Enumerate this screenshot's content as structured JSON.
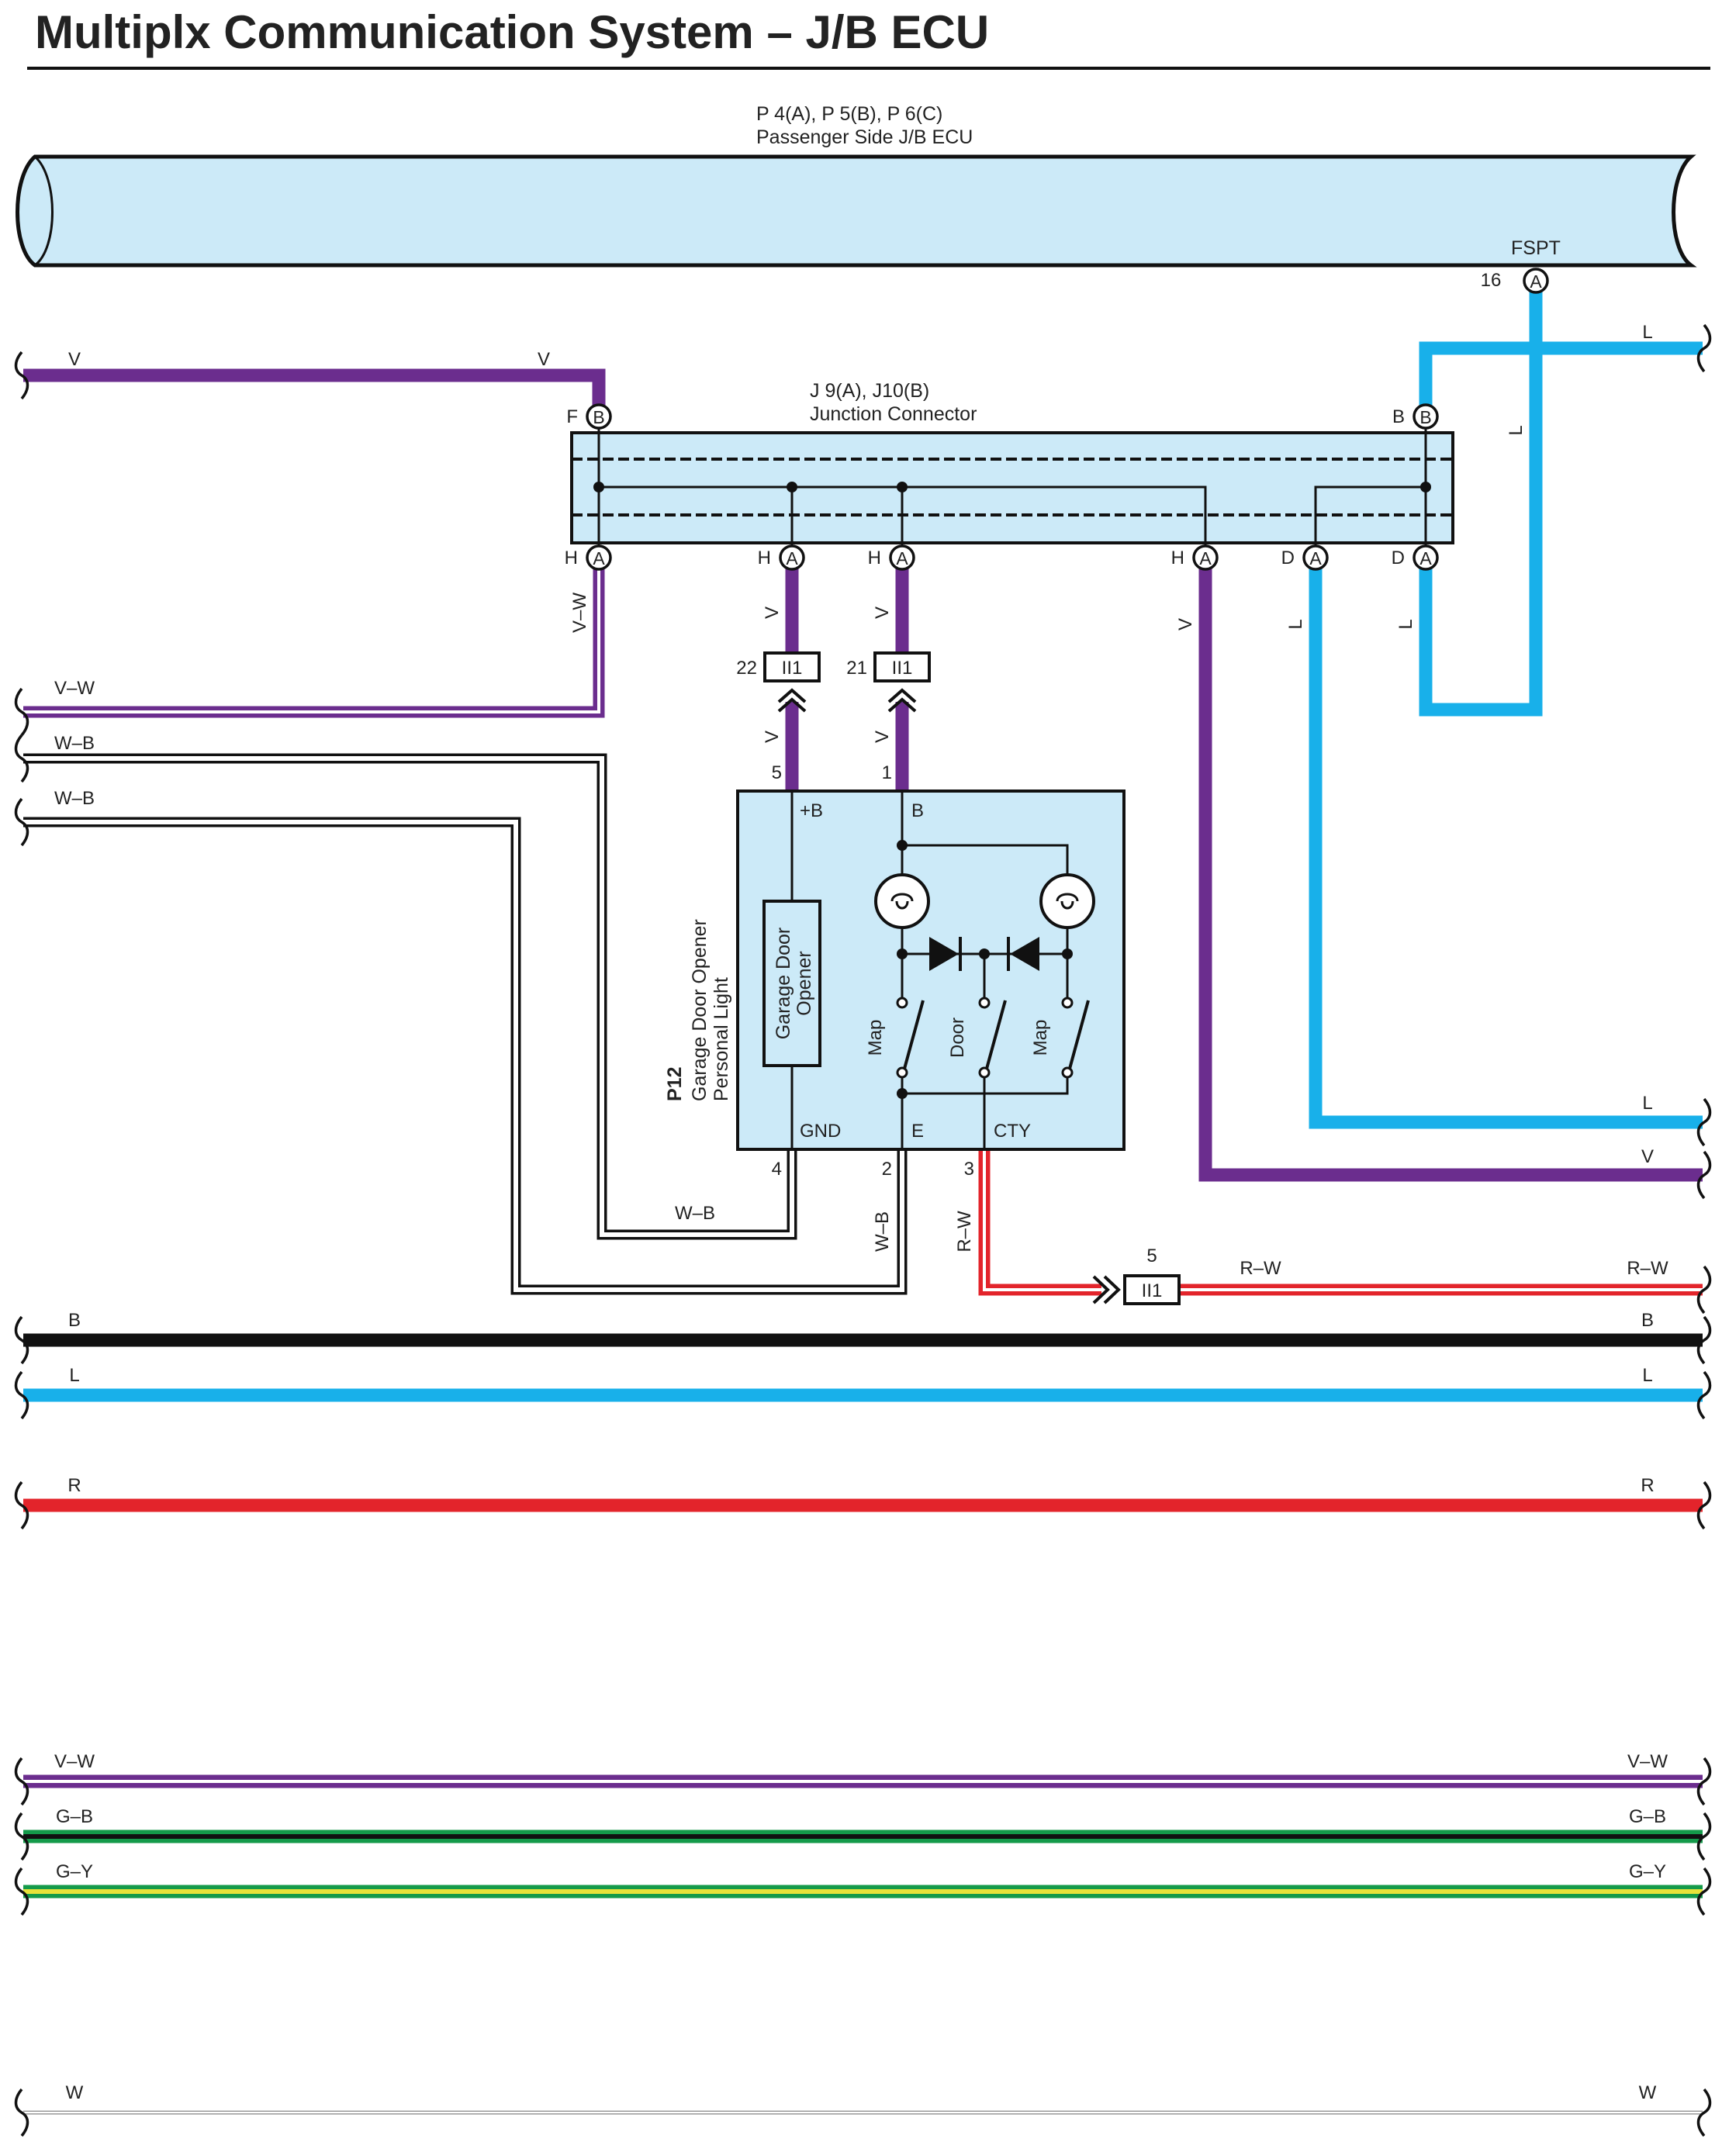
{
  "title": "Multiplx Communication System – J/B ECU",
  "colors": {
    "V": "#6b2d8e",
    "L": "#18b0ea",
    "B": "#111111",
    "R": "#e3242b",
    "W": "#bbbbbb",
    "G": "#149a4a",
    "Y": "#e8e23a",
    "ecu_fill": "#cceaf8"
  },
  "ecu": {
    "code": "P 4(A), P 5(B), P 6(C)",
    "name": "Passenger Side J/B ECU",
    "terminal_name": "FSPT",
    "terminal_pin": "16",
    "terminal_conn": "A"
  },
  "junction": {
    "code": "J 9(A), J10(B)",
    "name": "Junction Connector",
    "pins": {
      "f": {
        "letter": "F",
        "conn": "B"
      },
      "b_right": {
        "letter": "B",
        "conn": "B"
      },
      "h1": {
        "letter": "H",
        "conn": "A"
      },
      "h2": {
        "letter": "H",
        "conn": "A"
      },
      "h3": {
        "letter": "H",
        "conn": "A"
      },
      "h4": {
        "letter": "H",
        "conn": "A"
      },
      "d1": {
        "letter": "D",
        "conn": "A"
      },
      "d2": {
        "letter": "D",
        "conn": "A"
      }
    }
  },
  "connectors": {
    "c22": {
      "pin": "22",
      "id": "II1"
    },
    "c21": {
      "pin": "21",
      "id": "II1"
    },
    "c5": {
      "pin": "5",
      "id": "II1"
    }
  },
  "device": {
    "code": "P12",
    "name_line1": "Garage Door Opener",
    "name_line2": "Personal Light",
    "inner_line1": "Garage Door",
    "inner_line2": "Opener",
    "pins": {
      "pb": {
        "num": "5",
        "name": "+B"
      },
      "b": {
        "num": "1",
        "name": "B"
      },
      "gnd": {
        "num": "4",
        "name": "GND"
      },
      "e": {
        "num": "2",
        "name": "E"
      },
      "cty": {
        "num": "3",
        "name": "CTY"
      }
    },
    "switch_labels": {
      "map_left": "Map",
      "door": "Door",
      "map_right": "Map"
    }
  },
  "wires": {
    "top_left": "V",
    "top_left_end": "V",
    "top_right": "L",
    "right_vertical": "L",
    "ha1": "V–W",
    "ha2": "V",
    "ha3": "V",
    "ha4": "V",
    "da1": "L",
    "da2": "L",
    "pin5": "V",
    "pin1": "V",
    "left_vw": "V–W",
    "left_wb1": "W–B",
    "left_wb2": "W–B",
    "gnd_wb": "W–B",
    "e_wb": "W–B",
    "cty_rw": "R–W",
    "rw_right1": "R–W",
    "rw_right2": "R–W",
    "right_l": "L",
    "right_v": "V"
  },
  "buses": [
    {
      "left": "B",
      "right": "B",
      "colors": [
        "B"
      ]
    },
    {
      "left": "L",
      "right": "L",
      "colors": [
        "L"
      ]
    },
    {
      "left": "R",
      "right": "R",
      "colors": [
        "R"
      ]
    },
    {
      "left": "V–W",
      "right": "V–W",
      "colors": [
        "V",
        "W"
      ]
    },
    {
      "left": "G–B",
      "right": "G–B",
      "colors": [
        "G",
        "B"
      ]
    },
    {
      "left": "G–Y",
      "right": "G–Y",
      "colors": [
        "G",
        "Y"
      ]
    },
    {
      "left": "W",
      "right": "W",
      "colors": [
        "W"
      ]
    }
  ]
}
